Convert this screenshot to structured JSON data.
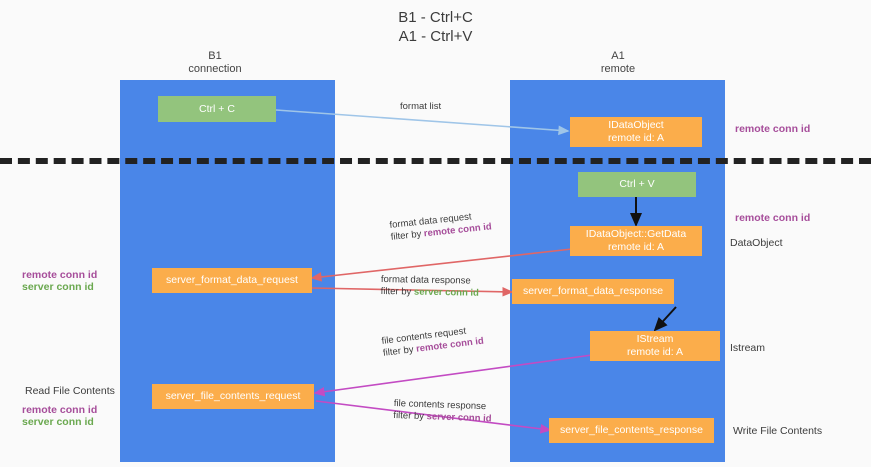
{
  "title": {
    "line1": "B1 - Ctrl+C",
    "line2": "A1 - Ctrl+V"
  },
  "columns": [
    {
      "name": "B1",
      "sub": "connection"
    },
    {
      "name": "A1",
      "sub": "remote"
    }
  ],
  "colors": {
    "lane": "#4a86e8",
    "green_node": "#93c47d",
    "orange_node": "#fbad4b",
    "purple_text": "#a64d9a",
    "green_text": "#6aa84f",
    "arrow_blue": "#9fc5e8",
    "arrow_black": "#000000",
    "arrow_red": "#e06666",
    "arrow_magenta": "#c34bc3",
    "divider": "#222222",
    "background": "#fafafa"
  },
  "nodes": {
    "ctrl_c": {
      "label": "Ctrl + C",
      "sub": ""
    },
    "idataobject": {
      "label": "IDataObject",
      "sub": "remote id: A"
    },
    "ctrl_v": {
      "label": "Ctrl + V",
      "sub": ""
    },
    "getdata": {
      "label": "IDataObject::GetData",
      "sub": "remote id: A"
    },
    "server_format_data_request": {
      "label": "server_format_data_request",
      "sub": ""
    },
    "server_format_data_response": {
      "label": "server_format_data_response",
      "sub": ""
    },
    "istream": {
      "label": "IStream",
      "sub": "remote id: A"
    },
    "server_file_contents_request": {
      "label": "server_file_contents_request",
      "sub": ""
    },
    "server_file_contents_response": {
      "label": "server_file_contents_response",
      "sub": ""
    }
  },
  "edge_labels": {
    "format_list": {
      "line1": "format list",
      "line2": ""
    },
    "format_data_request": {
      "line1": "format data request",
      "filter_prefix": "filter by ",
      "filter_key": "remote conn id"
    },
    "format_data_response": {
      "line1": "format data response",
      "filter_prefix": "filter by ",
      "filter_key": "server conn id"
    },
    "file_contents_request": {
      "line1": "file contents request",
      "filter_prefix": "filter by ",
      "filter_key": "remote conn id"
    },
    "file_contents_response": {
      "line1": "file contents response",
      "filter_prefix": "filter by ",
      "filter_key": "server conn id"
    }
  },
  "annotations": {
    "right_top_conn": "remote conn id",
    "right_mid_conn": "remote conn id",
    "right_dataobject": "DataObject",
    "right_istream": "Istream",
    "right_write_file": "Write File Contents",
    "left_conn_remote_1": "remote conn id",
    "left_conn_server_1": "server conn id",
    "left_read_file": "Read File Contents",
    "left_conn_remote_2": "remote conn id",
    "left_conn_server_2": "server conn id"
  }
}
